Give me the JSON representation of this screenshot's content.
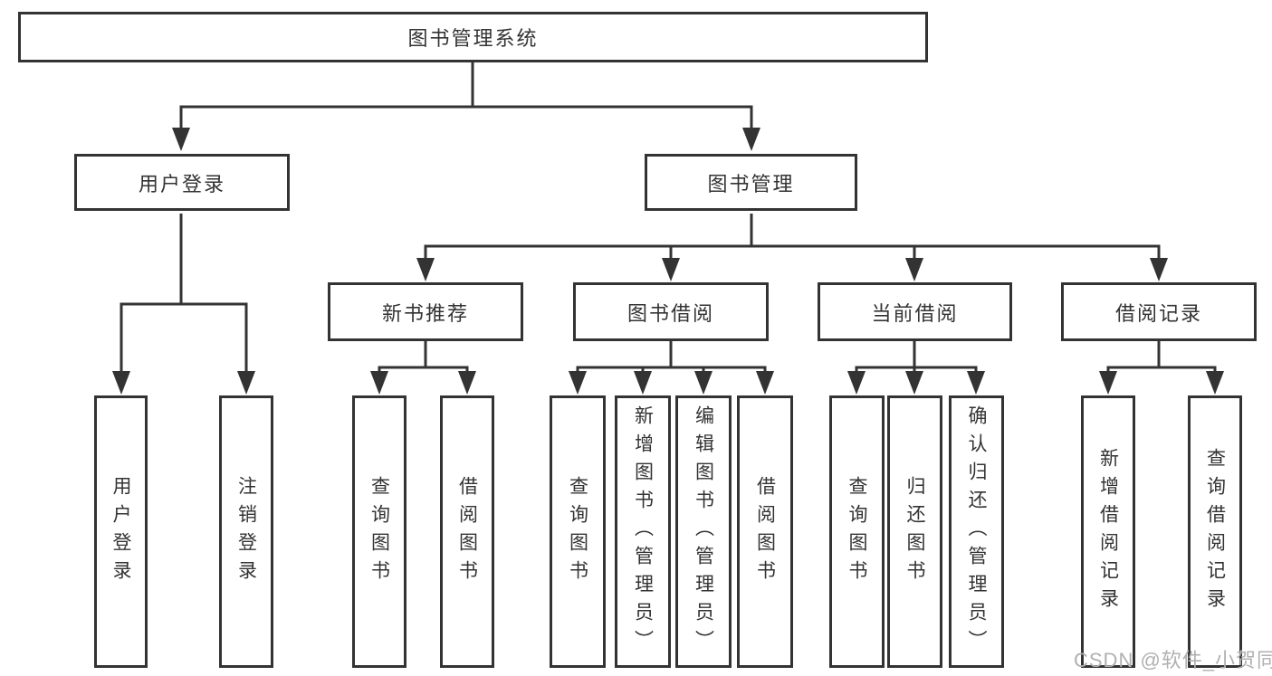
{
  "diagram": {
    "title": "图书管理系统",
    "watermark": "CSDN @软件_小贺同学",
    "root": {
      "label": "图书管理系统",
      "children": [
        {
          "label": "用户登录",
          "children": [
            {
              "label": "用户登录"
            },
            {
              "label": "注销登录"
            }
          ]
        },
        {
          "label": "图书管理",
          "children": [
            {
              "label": "新书推荐",
              "children": [
                {
                  "label": "查询图书"
                },
                {
                  "label": "借阅图书"
                }
              ]
            },
            {
              "label": "图书借阅",
              "children": [
                {
                  "label": "查询图书"
                },
                {
                  "label": "新增图书（管理员）"
                },
                {
                  "label": "编辑图书（管理员）"
                },
                {
                  "label": "借阅图书"
                }
              ]
            },
            {
              "label": "当前借阅",
              "children": [
                {
                  "label": "查询图书"
                },
                {
                  "label": "归还图书"
                },
                {
                  "label": "确认归还（管理员）"
                }
              ]
            },
            {
              "label": "借阅记录",
              "children": [
                {
                  "label": "新增借阅记录"
                },
                {
                  "label": "查询借阅记录"
                }
              ]
            }
          ]
        }
      ]
    },
    "colors": {
      "line": "#333333",
      "box_border": "#333333",
      "box_fill": "#ffffff",
      "text": "#333333",
      "watermark": "#b0b0b0",
      "background": "#ffffff"
    }
  }
}
